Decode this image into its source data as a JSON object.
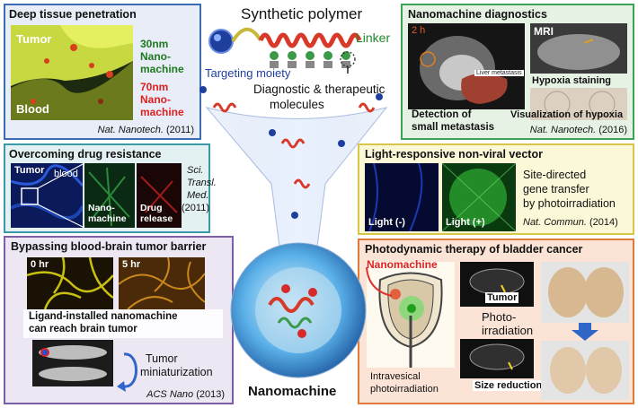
{
  "center": {
    "synthetic_polymer": "Synthetic polymer",
    "linker": "Linker",
    "targeting_moiety": "Targeting moiety",
    "diagnostic_line1": "Diagnostic & therapeutic",
    "diagnostic_line2": "molecules",
    "nanomachine": "Nanomachine"
  },
  "deep_tissue": {
    "title": "Deep tissue penetration",
    "tumor": "Tumor",
    "blood": "Blood",
    "size30_l1": "30nm",
    "size30_l2": "Nano-",
    "size30_l3": "machine",
    "size70_l1": "70nm",
    "size70_l2": "Nano-",
    "size70_l3": "machine",
    "journal": "Nat. Nanotech.",
    "year": "(2011)"
  },
  "drug_resistance": {
    "title": "Overcoming drug resistance",
    "tumor": "Tumor",
    "blood": "blood",
    "nanomachine_l1": "Nano-",
    "nanomachine_l2": "machine",
    "drug_l1": "Drug",
    "drug_l2": "release",
    "journal_l1": "Sci.",
    "journal_l2": "Transl.",
    "journal_l3": "Med.",
    "year": "(2011)"
  },
  "bbtb": {
    "title": "Bypassing blood-brain tumor barrier",
    "t0": "0 hr",
    "t5": "5 hr",
    "caption_l1": "Ligand-installed nanomachine",
    "caption_l2": "can reach brain tumor",
    "tumor_l1": "Tumor",
    "tumor_l2": "miniaturization",
    "journal": "ACS Nano",
    "year": "(2013)"
  },
  "diagnostics": {
    "title": "Nanomachine diagnostics",
    "time": "2 h",
    "liver": "Liver metastasis",
    "mri": "MRI",
    "hypoxia": "Hypoxia staining",
    "detect_l1": "Detection of",
    "detect_l2": "small metastasis",
    "visual": "Visualization of hypoxia",
    "journal": "Nat. Nanotech.",
    "year": "(2016)"
  },
  "light_vector": {
    "title": "Light-responsive non-viral vector",
    "minus": "Light (-)",
    "plus": "Light (+)",
    "desc_l1": "Site-directed",
    "desc_l2": "gene transfer",
    "desc_l3": "by photoirradiation",
    "journal": "Nat. Commun.",
    "year": "(2014)"
  },
  "pdt": {
    "title": "Photodynamic therapy of bladder cancer",
    "nanomachine": "Nanomachine",
    "tumor": "Tumor",
    "photo_l1": "Photo-",
    "photo_l2": "irradiation",
    "intra_l1": "Intravesical",
    "intra_l2": "photoirradiation",
    "size_reduction": "Size reduction"
  },
  "colors": {
    "green_border": "#3aa655",
    "blue_border": "#3b6db3",
    "purple_border": "#7b5ea7",
    "orange_border": "#e07b3c",
    "yellow_border": "#d8c64a",
    "teal_border": "#3b9aa8",
    "label_green": "#1e7a1e",
    "label_red": "#e02020",
    "targeting_blue": "#1f3f9f"
  }
}
